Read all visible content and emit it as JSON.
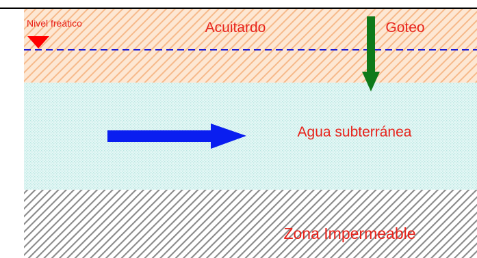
{
  "colors": {
    "label_red": "#e8231b",
    "aquitard_fill": "#fde7d3",
    "aquitard_hatch": "#f6b98a",
    "aquifer_fill": "#e4f7f5",
    "aquifer_dot": "#b9e6e1",
    "impermeable_fill": "#ffffff",
    "impermeable_hatch": "#8a8a8a",
    "water_table_line": "#1a1ad6",
    "water_table_marker": "#ff0000",
    "flow_arrow": "#0a1ef0",
    "drip_arrow": "#0f7a1a",
    "top_border": "#000000"
  },
  "labels": {
    "water_table": "Nivel freático",
    "aquitard": "Acuitardo",
    "drip": "Goteo",
    "groundwater": "Agua subterránea",
    "impermeable": "Zona Impermeable"
  }
}
